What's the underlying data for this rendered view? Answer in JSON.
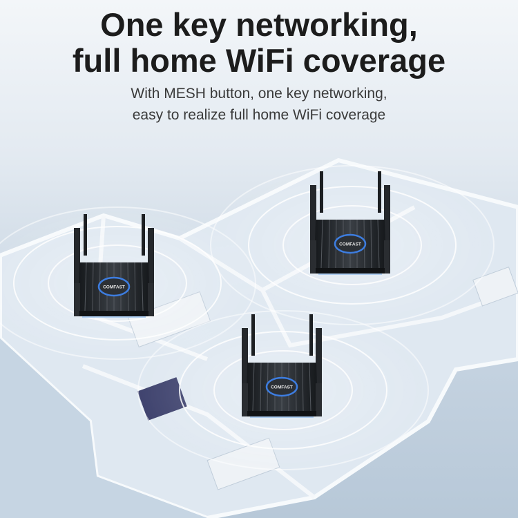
{
  "headline": {
    "line1": "One key networking,",
    "line2": "full home WiFi coverage"
  },
  "subtitle": {
    "line1": "With MESH button, one key networking,",
    "line2": "easy to realize full home WiFi coverage"
  },
  "router": {
    "brand_logo": "COMFAST",
    "count": 3
  },
  "colors": {
    "headline": "#1c1c1c",
    "subtitle": "#3a3a3a",
    "router_body": "#1e2124",
    "led_ring": "#3d7de0",
    "floor": "#dfe8f1"
  }
}
